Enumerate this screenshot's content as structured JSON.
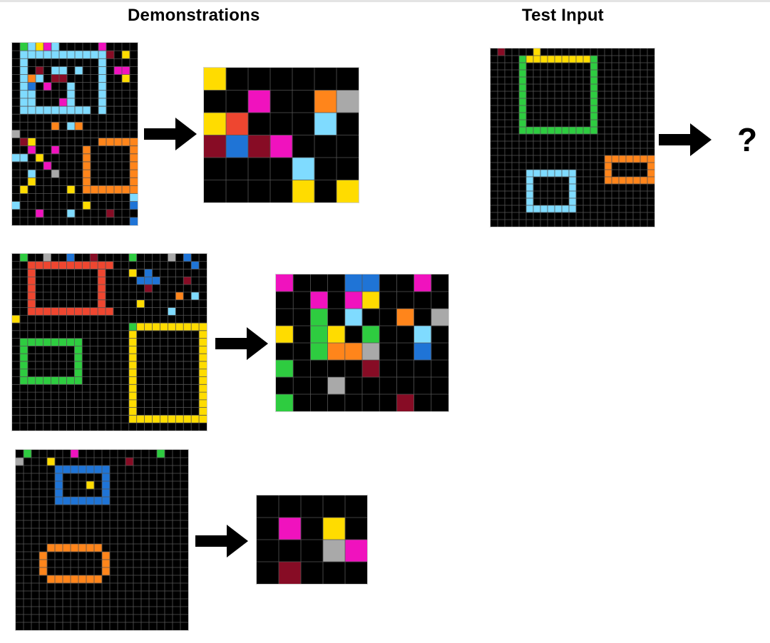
{
  "headings": {
    "demonstrations": "Demonstrations",
    "test_input": "Test Input"
  },
  "unknown_output": "?",
  "palette": {
    "0": "#000000",
    "1": "#1f74d6",
    "2": "#ee4630",
    "3": "#2ecc40",
    "4": "#ffdc00",
    "5": "#a9a9a9",
    "6": "#f012be",
    "7": "#ff851b",
    "8": "#7fdbff",
    "9": "#870c25"
  },
  "gridline_color": "#555555",
  "demonstrations": [
    {
      "input": {
        "rows": 23,
        "cols": 16,
        "frame_color": 8,
        "grid": [
          "0384680000060000",
          "0888888888889040",
          "0800000000080000",
          "0809088080080660",
          "0878099000080040",
          "0810600800080000",
          "0880000800080000",
          "0880006800080000",
          "0888888888080000",
          "0000000000000000",
          "0000070870000000",
          "5000000000000000",
          "0940000000077777",
          "0060060007000007",
          "8804000007000007",
          "0000600007000007",
          "0080050007000007",
          "0040000007000007",
          "0400000407777777",
          "0000000000000008",
          "8000000004000001",
          "0006000800009000",
          "0000000000000001"
        ]
      },
      "output": {
        "rows": 6,
        "cols": 7,
        "grid": [
          "4000000",
          "0060075",
          "4200080",
          "9196000",
          "0000800",
          "0000404"
        ]
      }
    },
    {
      "input": {
        "rows": 23,
        "cols": 25,
        "frame_color": 2,
        "grid": [
          "0300500100900003000050100",
          "0022222222222000000000010",
          "0020000000020004010000000",
          "0020000000020000111000900",
          "0020000000020000090000000",
          "0020000000020000000007080",
          "0020000000020000400000000",
          "0022222222222000000080000",
          "4000000000000000000000000",
          "0000000000000003444444444",
          "0000000000000004000000004",
          "0333333330000004000000004",
          "0300000030000004000000004",
          "0300000030000004000000004",
          "0300000030000004000000004",
          "0300000030000004000000004",
          "0333333330000004000000004",
          "0000000000000004000000004",
          "0000000000000004000000004",
          "0000000000000004000000004",
          "0000000000000004000000004",
          "0000000000000004444444444",
          "0000000000000000000000000"
        ]
      },
      "output": {
        "rows": 8,
        "cols": 10,
        "grid": [
          "6000110060",
          "0060640000",
          "0030800705",
          "4034030080",
          "0037750010",
          "3000090000",
          "0005000000",
          "3000000900"
        ]
      }
    },
    {
      "input": {
        "rows": 23,
        "cols": 22,
        "frame_color": 1,
        "grid": [
          "0300000600000000003000",
          "5000400000000090000000",
          "0000011111110000000000",
          "0000010000010000000000",
          "0000010004010000000000",
          "0000010000010000000000",
          "0000011111110000000000",
          "0000000000000000000000",
          "0000000000000000000000",
          "0000000000000000000000",
          "0000000000000000000000",
          "0000000000000000000000",
          "0000777777700000000000",
          "0007000000070000000000",
          "0007000000070000000000",
          "0007000000070000000000",
          "0000777777700000000000",
          "0000000000000000000000",
          "0000000000000000000000",
          "0000000000000000000000",
          "0000000000000000000000",
          "0000000000000000000000",
          "0000000000000000000000"
        ]
      },
      "output": {
        "rows": 4,
        "cols": 5,
        "grid": [
          "00000",
          "06040",
          "00056",
          "09000"
        ]
      }
    }
  ],
  "test": {
    "input": {
      "rows": 25,
      "cols": 23,
      "grid": [
        "09000040000000000000000",
        "00003444444444300000000",
        "00003000000000300000000",
        "00003000000000300000000",
        "00003000000000300000000",
        "00003000000000300000000",
        "00003000000000300000000",
        "00003000000000300000000",
        "00003000000000300000000",
        "00003000000000300000000",
        "00003000000000300000000",
        "00003333333333300000000",
        "00000000000000000000000",
        "00000000000000000000000",
        "00000000000000000000000",
        "00000000000000007777777",
        "00000000000000007000007",
        "00000888888800007000007",
        "00000800000800007777777",
        "00000800000800000000000",
        "00000800000800000000000",
        "00000800000800000000000",
        "00000888888800000000000",
        "00000000000000000000000",
        "00000000000000000000000"
      ]
    }
  }
}
